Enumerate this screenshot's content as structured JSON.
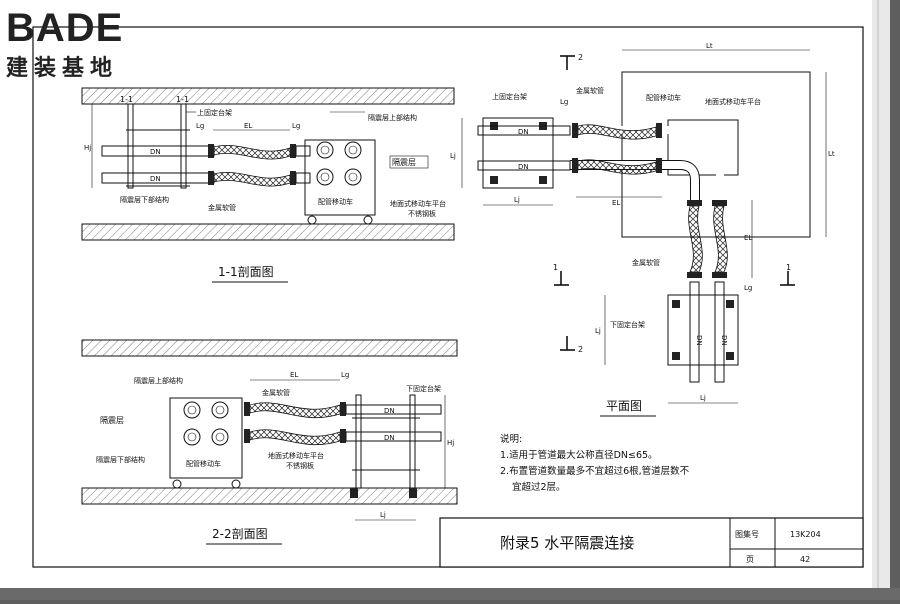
{
  "brand": {
    "name": "BADE",
    "subtitle": "建装基地"
  },
  "labels": {
    "section_1_1": "1-1剖面图",
    "section_2_2": "2-2剖面图",
    "plan": "平面图",
    "upper_fixed_bracket": "上固定台架",
    "lower_fixed_bracket": "下固定台架",
    "upper_structure": "隔震层上部结构",
    "lower_structure": "隔震层下部结构",
    "isolation_layer": "隔震层",
    "metal_hose": "金属软管",
    "pipe_cart": "配管移动车",
    "cart_platform": "地面式移动车平台",
    "steel_plate": "不锈钢板",
    "dn": "DN",
    "hj": "Hj",
    "lj": "Lj",
    "lg": "Lg",
    "el": "EL",
    "lt": "Lt",
    "mark_1": "1",
    "mark_2": "2",
    "mark_1prime": "1-1"
  },
  "notes": {
    "heading": "说明:",
    "items": [
      "1.适用于管道最大公称直径DN≤65。",
      "2.布置管道数量最多不宜超过6根,管道层数不",
      "宜超过2层。"
    ]
  },
  "title_block": {
    "title": "附录5  水平隔震连接",
    "atlas_label": "图集号",
    "atlas_no": "13K204",
    "page_label": "页",
    "page_no": "42"
  }
}
